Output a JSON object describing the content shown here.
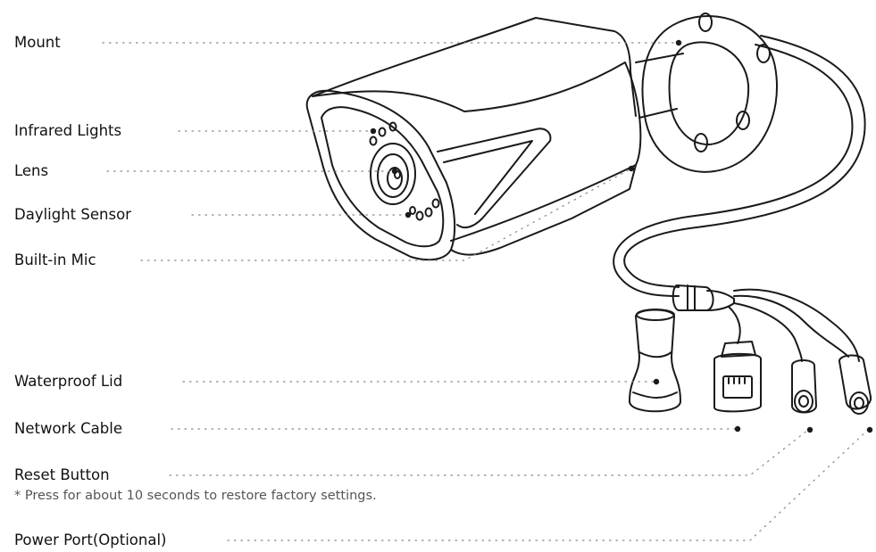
{
  "labels": {
    "mount": "Mount",
    "infrared_lights": "Infrared Lights",
    "lens": "Lens",
    "daylight_sensor": "Daylight Sensor",
    "built_in_mic": "Built-in Mic",
    "waterproof_lid": "Waterproof Lid",
    "network_cable": "Network Cable",
    "reset_button": "Reset Button",
    "reset_note": "* Press for about 10 seconds to restore factory settings.",
    "power_port": "Power Port(Optional)"
  },
  "colors": {
    "line": "#1a1a1a",
    "leader": "#888888",
    "text": "#111111",
    "note": "#555555"
  }
}
